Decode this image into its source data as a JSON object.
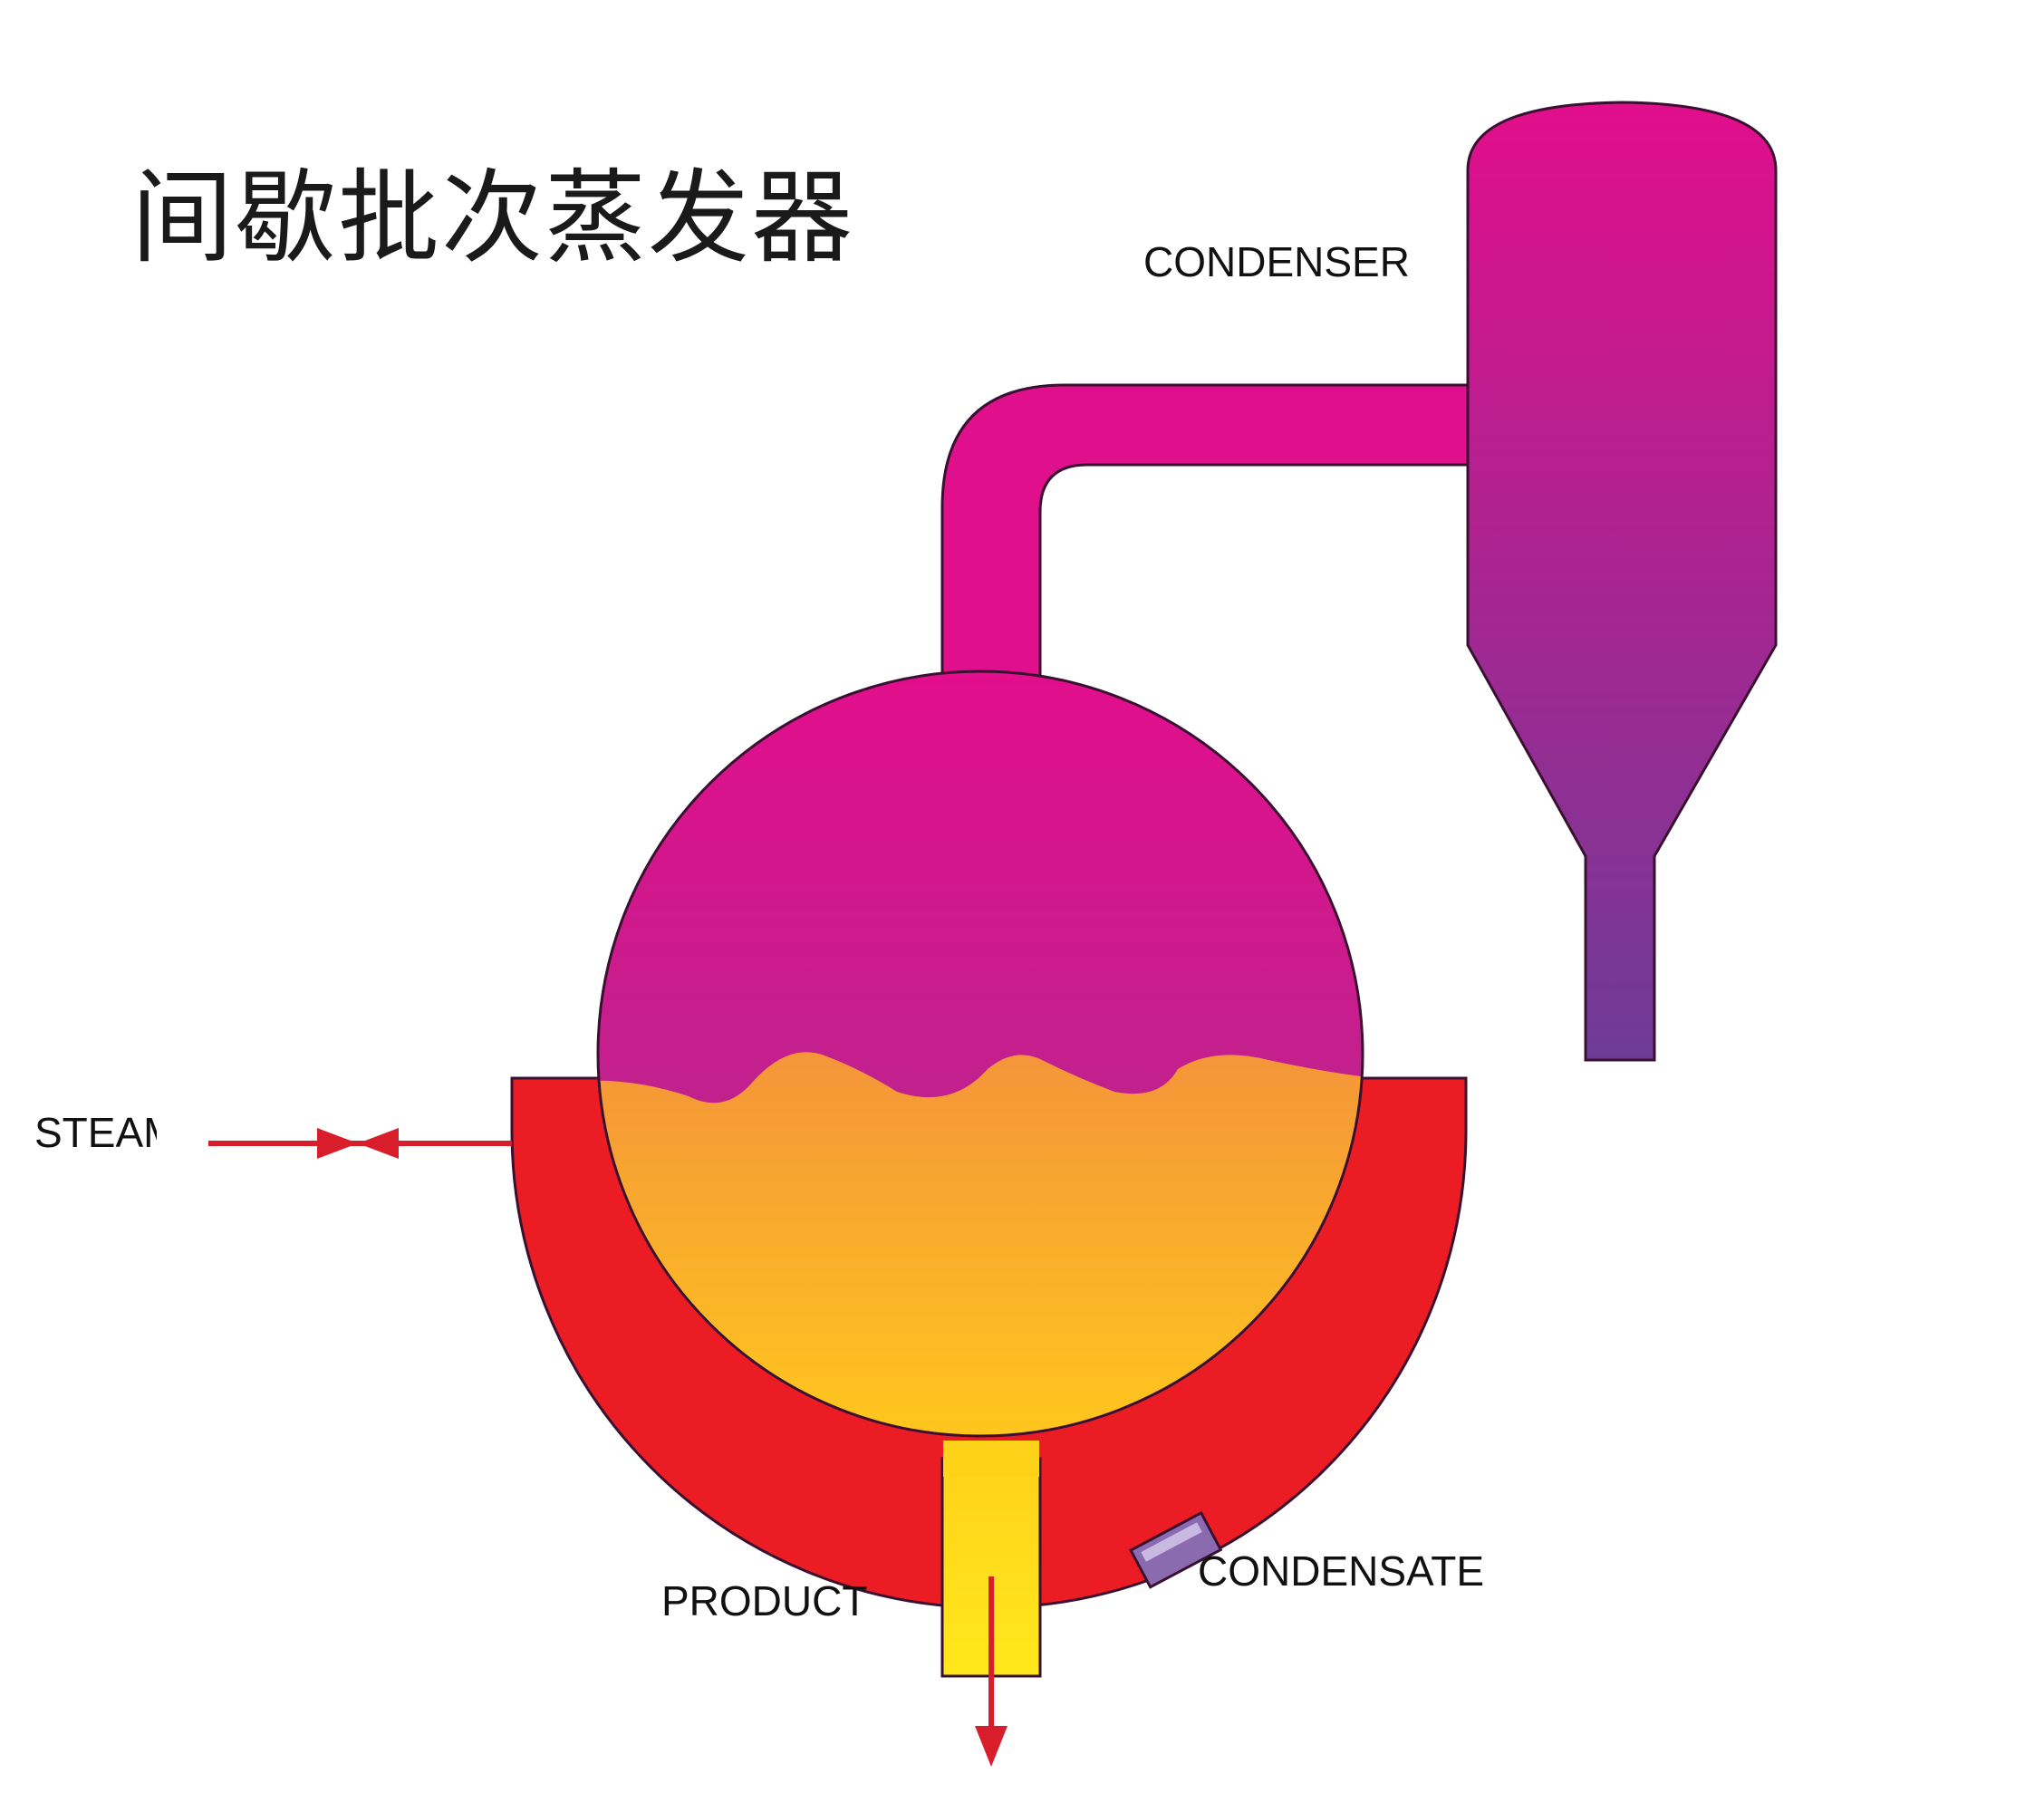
{
  "title": "间歇批次蒸发器",
  "labels": {
    "condenser": "CONDENSER",
    "steam": "STEAM",
    "product": "PRODUCT",
    "condensate": "CONDENSATE"
  },
  "colors": {
    "vapor_top": "#E20E8C",
    "vapor_bottom": "#A6308E",
    "liquid_top": "#F4953A",
    "liquid_bottom": "#FFC81C",
    "jacket": "#EC1C24",
    "condenser_bottom": "#6E3C96",
    "steam_line": "#D81E2A",
    "product_arrow": "#D81E2A",
    "condensate_pipe": "#8A6BB0",
    "outline": "#3A1030"
  }
}
